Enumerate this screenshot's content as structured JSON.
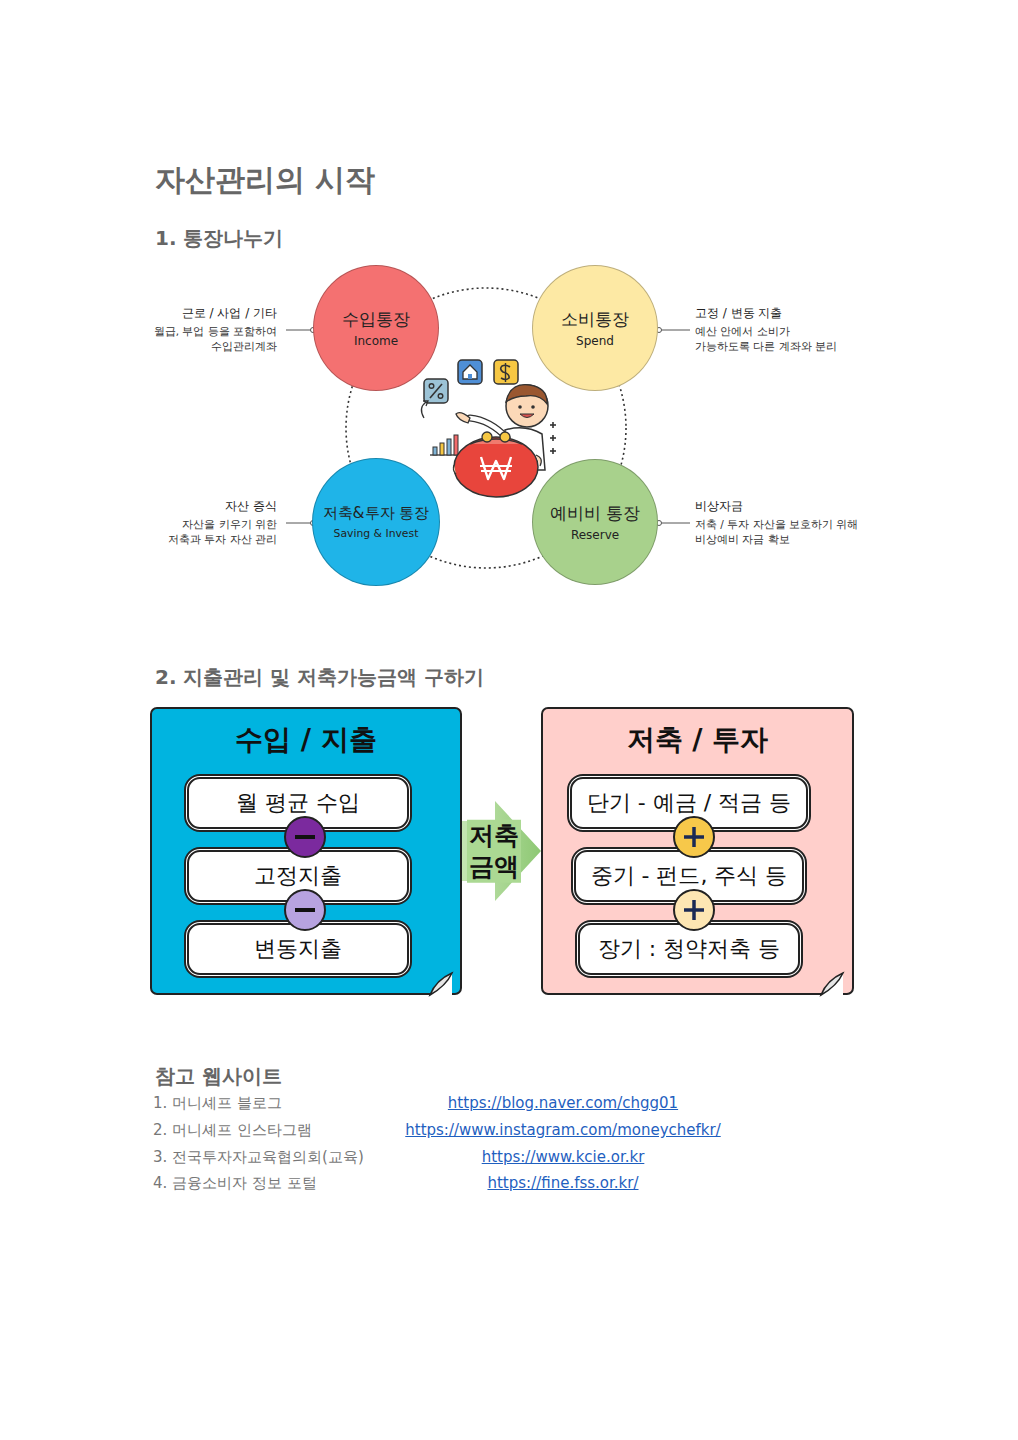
{
  "diagram": {
    "title": "자산관리의 시작",
    "nodes": [
      {
        "text": [
          "수입통장",
          "Income"
        ]
      },
      {
        "text": [
          "소비통장",
          "Spend"
        ]
      },
      {
        "text": [
          "저축&투자 통장",
          "Saving & Invest"
        ]
      },
      {
        "text": [
          "예비비 통장",
          "Reserve"
        ]
      },
      {
        "text": [
          "수입 / 지출"
        ]
      },
      {
        "text": [
          "월 평균 수입"
        ],
        "in": 4
      },
      {
        "text": [
          "고정지출"
        ],
        "in": 4
      },
      {
        "text": [
          "변동지출"
        ],
        "in": 4
      },
      {
        "text": [
          "저축 / 투자"
        ]
      },
      {
        "text": [
          "단기 - 예금 / 적금 등"
        ],
        "in": 8
      },
      {
        "text": [
          "중기 - 펀드, 주식 등"
        ],
        "in": 8
      },
      {
        "text": [
          "장기 : 청약저축 등"
        ],
        "in": 8
      }
    ],
    "edges": [
      {
        "from": 4,
        "to": 8,
        "label": "저축 금액",
        "arrow": "to"
      }
    ],
    "labels": [
      "1. 통장나누기",
      "근로 / 사업 / 기타",
      "월급, 부업 등을 포함하여 수입관리계좌",
      "고정 / 변동 지출",
      "예산 안에서 소비가 가능하도록 다른 계좌와 분리",
      "자산 증식",
      "자산을 키우기 위한 저축과 투자 자산 관리",
      "비상자금",
      "저축 / 투자 자산을 보호하기 위해 비상예비 자금 확보",
      "2. 지출관리 및 저축가능금액 구하기",
      "참고 웹사이트",
      "1. 머니셰프 블로그",
      "https://blog.naver.com/chgg01",
      "2. 머니셰프 인스타그램",
      "https://www.instagram.com/moneychefkr/",
      "3. 전국투자자교육협의회(교육)",
      "https://www.kcie.or.kr",
      "4. 금융소비자 정보 포털",
      "https://fine.fss.or.kr/"
    ]
  }
}
